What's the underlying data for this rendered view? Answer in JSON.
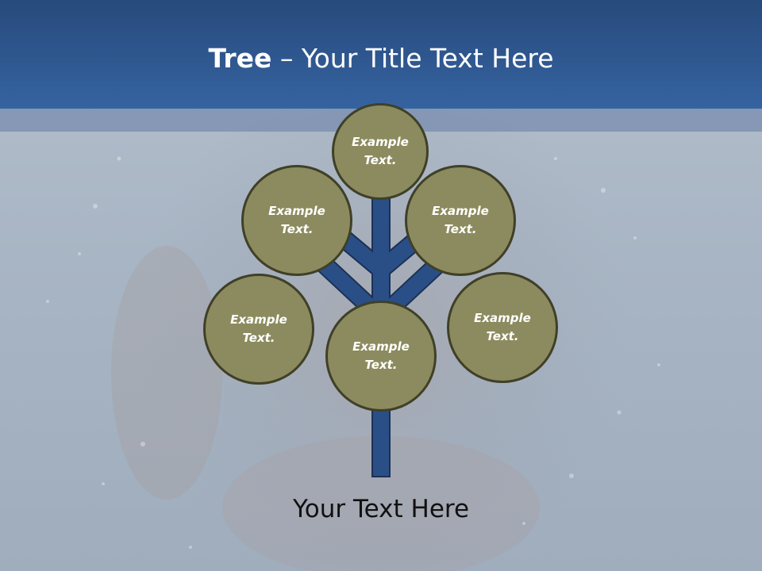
{
  "slide": {
    "title_bold": "Tree",
    "title_separator": " – ",
    "title_rest": "Your Title Text Here",
    "caption": "Your Text Here"
  },
  "nodes": [
    {
      "id": "top",
      "label": "Example Text."
    },
    {
      "id": "upper-left",
      "label": "Example Text."
    },
    {
      "id": "upper-right",
      "label": "Example Text."
    },
    {
      "id": "mid-left",
      "label": "Example Text."
    },
    {
      "id": "center",
      "label": "Example Text."
    },
    {
      "id": "mid-right",
      "label": "Example Text."
    }
  ],
  "colors": {
    "header": "#3563a0",
    "trunk": "#2a4f86",
    "trunk_outline": "#1c3156",
    "node_fill": "#8c8b5f",
    "node_border": "#3f4027"
  }
}
